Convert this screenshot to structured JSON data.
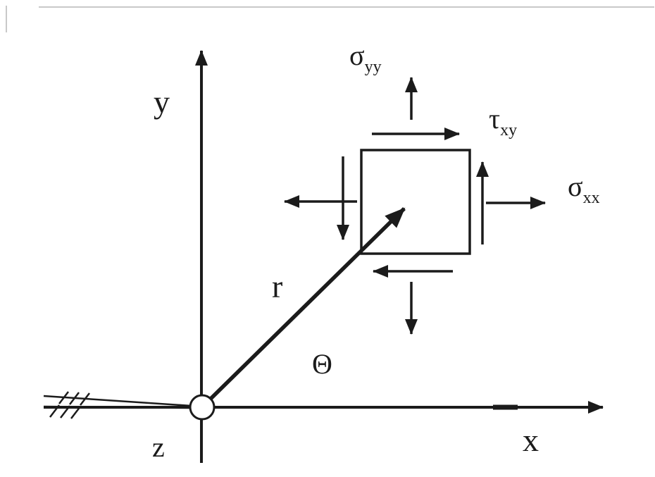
{
  "figure": {
    "background_color": "#ffffff",
    "line_color": "#1b1b1b",
    "scan_border_color": "#c9c9c9",
    "axes": {
      "x_label": "x",
      "y_label": "y",
      "z_label": "z"
    },
    "position_vector": {
      "radius_label": "r",
      "angle_label": "Θ"
    },
    "stress_labels": {
      "sigma_yy": {
        "symbol": "σ",
        "subscript": "yy"
      },
      "tau_xy": {
        "symbol": "τ",
        "subscript": "xy"
      },
      "sigma_xx": {
        "symbol": "σ",
        "subscript": "xx"
      }
    }
  }
}
